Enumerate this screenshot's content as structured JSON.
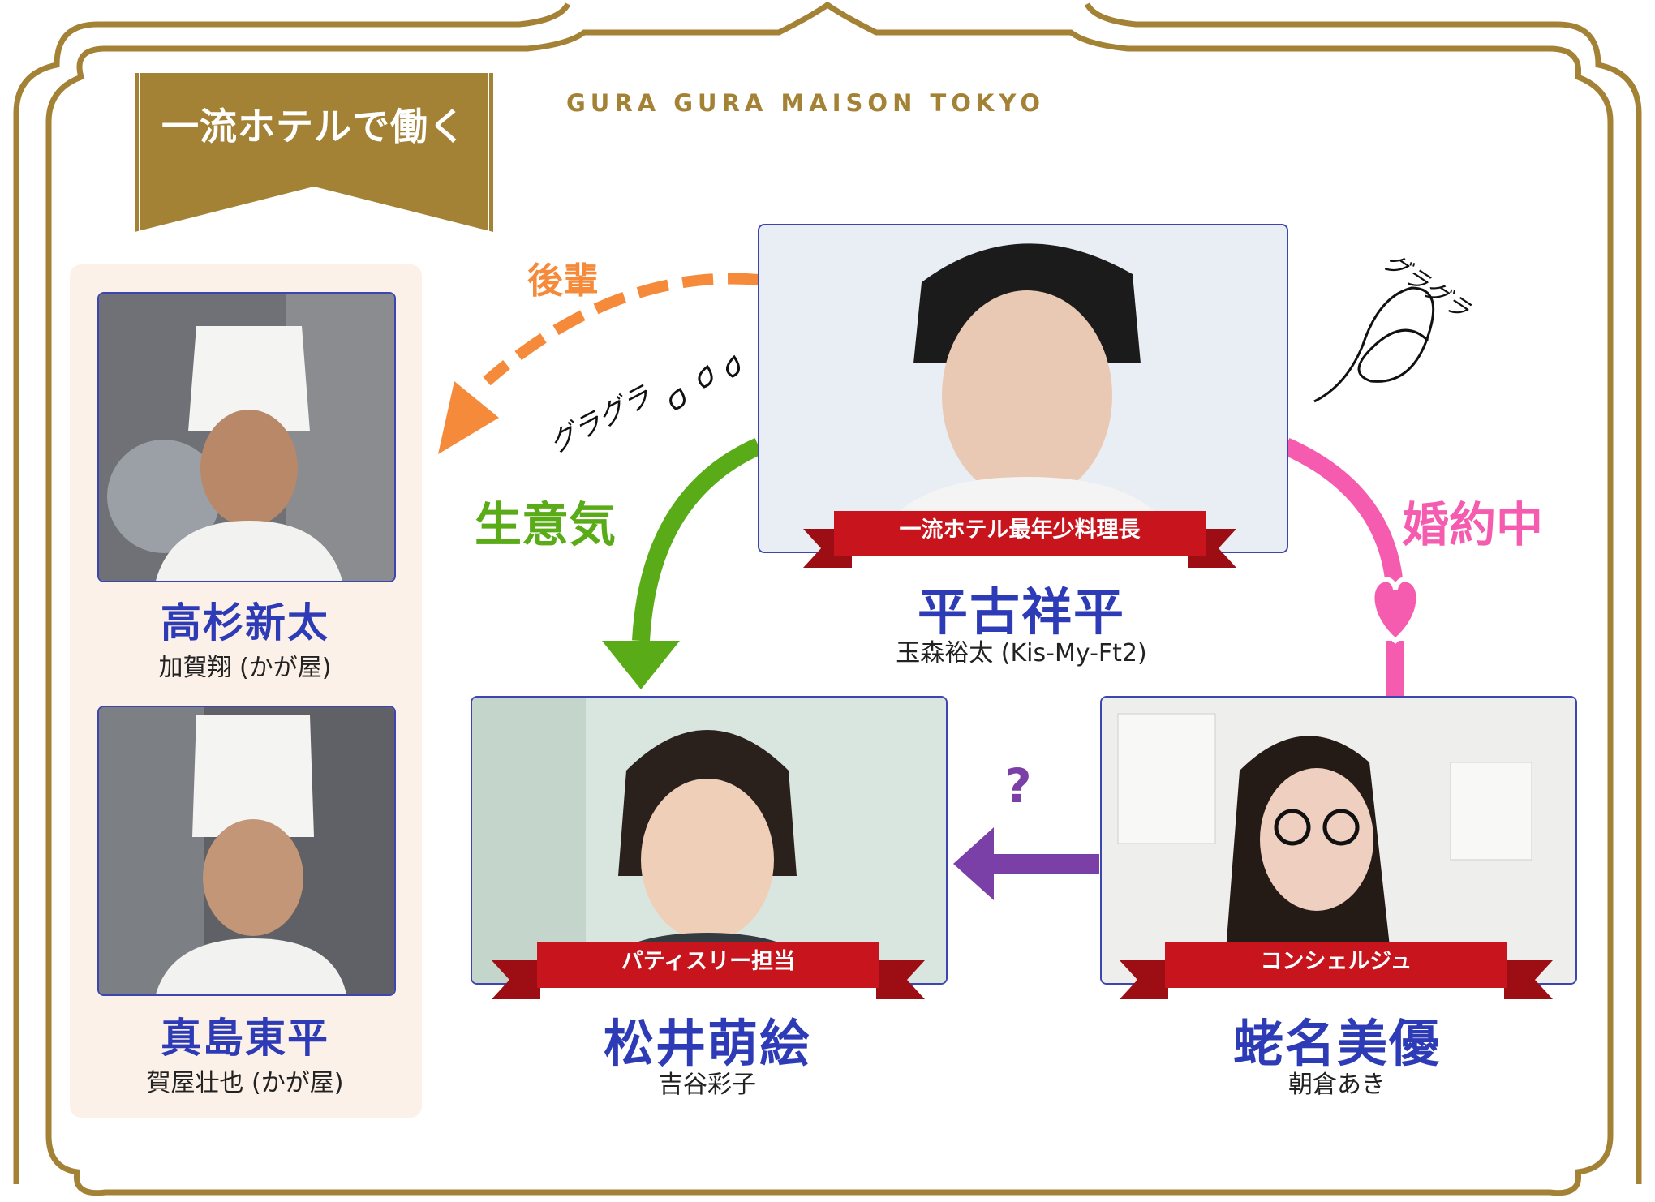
{
  "header": {
    "tag": "一流ホテルで働く",
    "brand": "GURA GURA MAISON TOKYO"
  },
  "colors": {
    "frame": "#a38236",
    "name_blue": "#2e3bb6",
    "ribbon_red": "#c8141c",
    "orange": "#f58b3a",
    "green": "#5aab18",
    "pink": "#f55cb0",
    "purple": "#7b3fa8",
    "panel_bg": "#fcf1e9"
  },
  "side_panel": {
    "people": [
      {
        "name": "高杉新太",
        "actor": "加賀翔 (かが屋)"
      },
      {
        "name": "真島東平",
        "actor": "賀屋壮也 (かが屋)"
      }
    ]
  },
  "characters": {
    "center": {
      "role": "一流ホテル最年少料理長",
      "name": "平古祥平",
      "actor": "玉森裕太 (Kis-My-Ft2)"
    },
    "left": {
      "role": "パティスリー担当",
      "name": "松井萌絵",
      "actor": "吉谷彩子"
    },
    "right": {
      "role": "コンシェルジュ",
      "name": "蛯名美優",
      "actor": "朝倉あき"
    }
  },
  "relations": {
    "junior": "後輩",
    "cheeky": "生意気",
    "engaged": "婚約中",
    "question": "?",
    "gura_left": "グラグラ",
    "gura_right": "グラグラ"
  }
}
